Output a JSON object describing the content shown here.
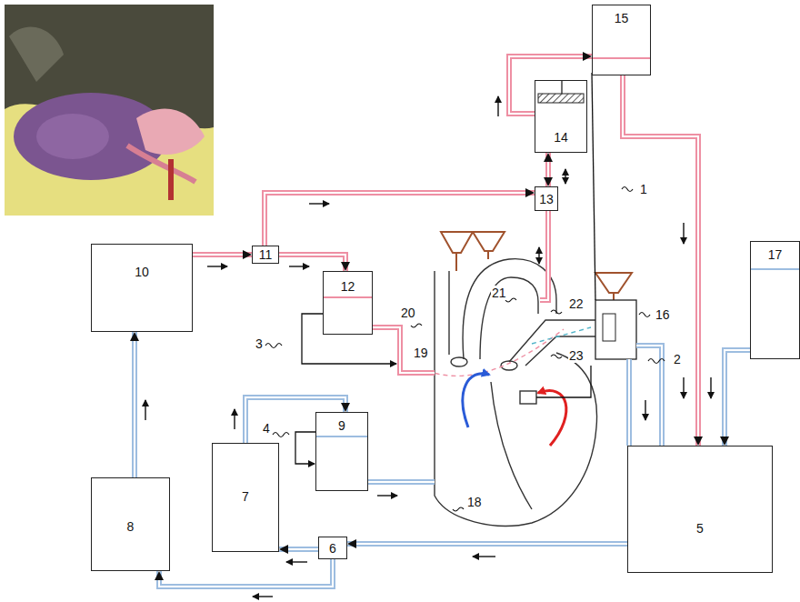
{
  "diagram": {
    "nodes": [
      {
        "text": [
          "15"
        ]
      },
      {
        "text": [
          "14"
        ]
      },
      {
        "text": [
          "13"
        ]
      },
      {
        "text": [
          "11"
        ]
      },
      {
        "text": [
          "10"
        ]
      },
      {
        "text": [
          "12"
        ]
      },
      {
        "text": [
          "17"
        ]
      },
      {
        "text": [
          "9"
        ]
      },
      {
        "text": [
          "7"
        ]
      },
      {
        "text": [
          "5"
        ]
      },
      {
        "text": [
          "8"
        ]
      },
      {
        "text": [
          "6"
        ]
      }
    ],
    "edges": [
      {
        "from": 4,
        "to": 3,
        "arrow": "to"
      },
      {
        "from": 3,
        "to": 5,
        "arrow": "to"
      },
      {
        "from": 3,
        "to": 2,
        "arrow": "to"
      },
      {
        "from": 2,
        "to": 1,
        "arrow": "both"
      },
      {
        "from": 1,
        "to": 0,
        "arrow": "to"
      },
      {
        "from": 0,
        "to": 9,
        "arrow": "to"
      },
      {
        "from": 6,
        "to": 9,
        "arrow": "to"
      },
      {
        "from": 9,
        "to": 11,
        "arrow": "to"
      },
      {
        "from": 11,
        "to": 8,
        "arrow": "to"
      },
      {
        "from": 11,
        "to": 10,
        "arrow": "to"
      },
      {
        "from": 10,
        "to": 4,
        "arrow": "to"
      },
      {
        "from": 8,
        "to": 7,
        "arrow": "to"
      }
    ],
    "labels": [
      "1",
      "2",
      "3",
      "4",
      "16",
      "18",
      "19",
      "20",
      "21",
      "22",
      "23"
    ]
  }
}
